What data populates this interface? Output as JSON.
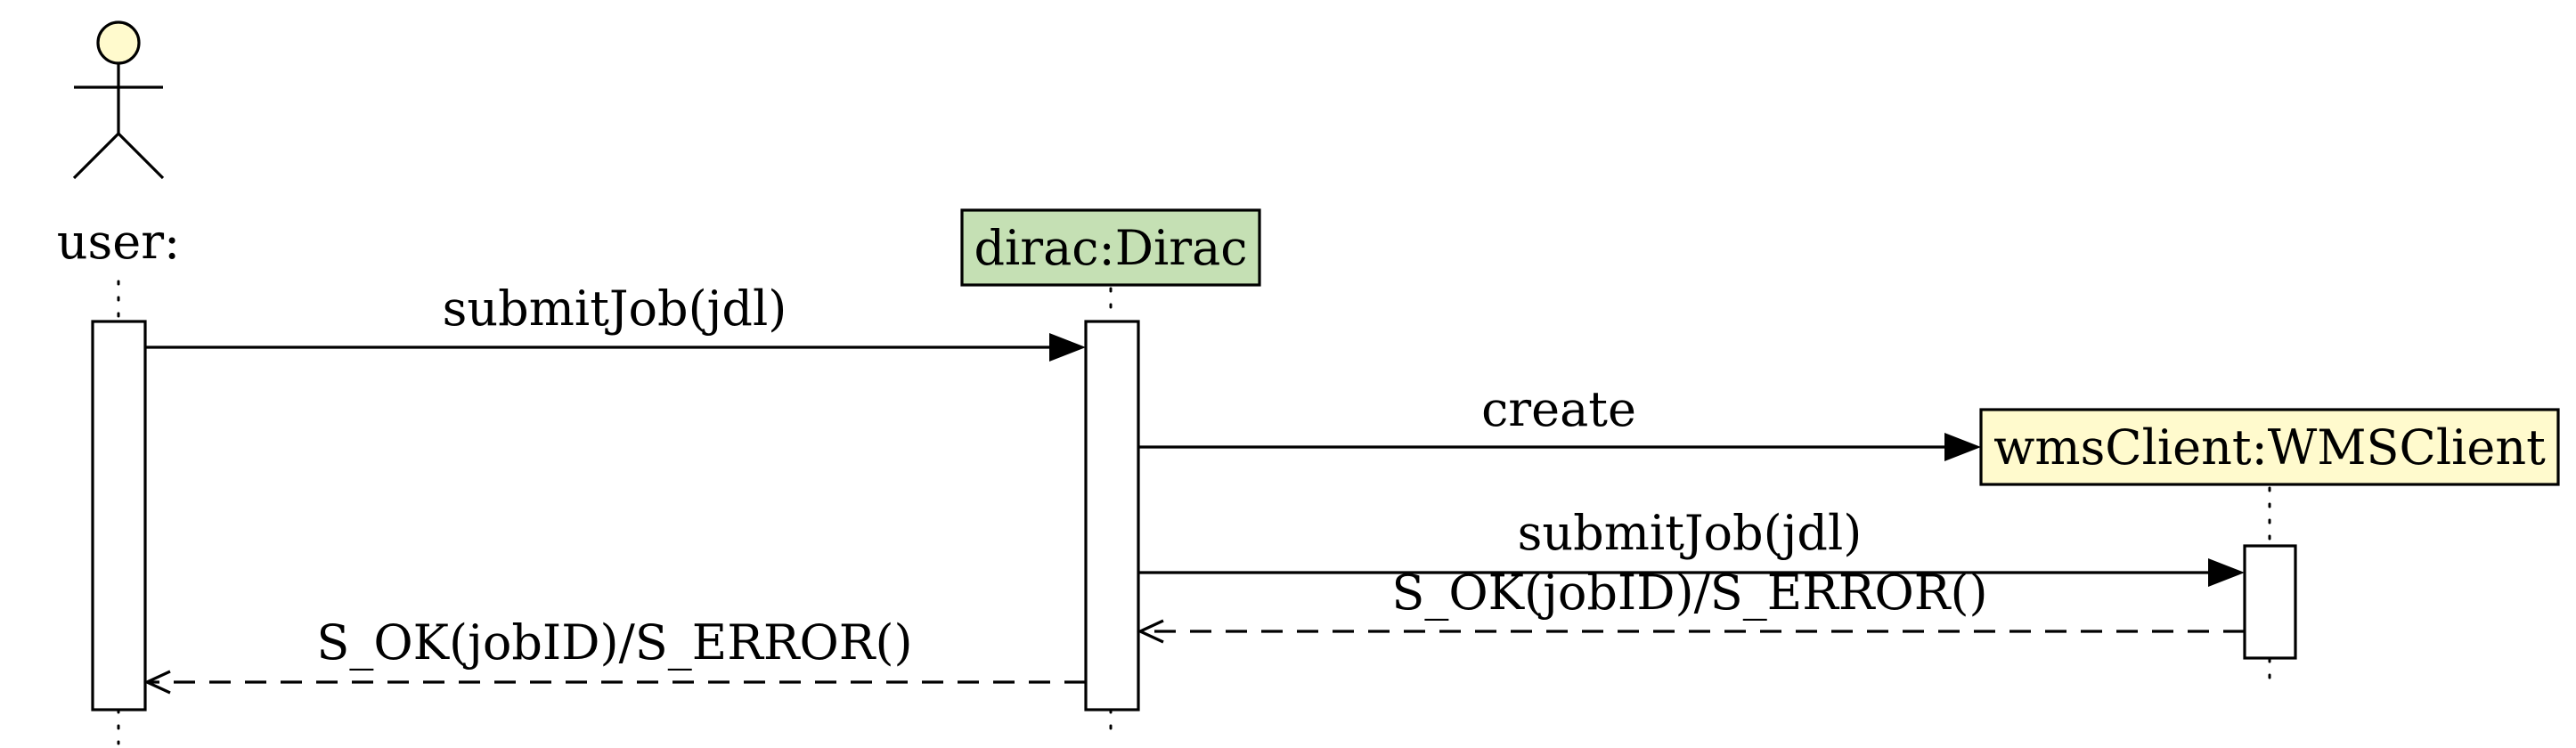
{
  "actor": {
    "label": "user:",
    "head_color": "#fffacd"
  },
  "participants": [
    {
      "id": "dirac",
      "label": "dirac:Dirac",
      "fill": "#c5e0b4"
    },
    {
      "id": "wms",
      "label": "wmsClient:WMSClient",
      "fill": "#fffacd"
    }
  ],
  "messages": [
    {
      "id": "m1",
      "label": "submitJob(jdl)",
      "from": "user",
      "to": "dirac",
      "style": "call"
    },
    {
      "id": "m2",
      "label": "create",
      "from": "dirac",
      "to": "wms",
      "style": "create"
    },
    {
      "id": "m3",
      "label": "submitJob(jdl)",
      "from": "dirac",
      "to": "wms",
      "style": "call"
    },
    {
      "id": "m4",
      "label": "S_OK(jobID)/S_ERROR()",
      "from": "wms",
      "to": "dirac",
      "style": "return"
    },
    {
      "id": "m5",
      "label": "S_OK(jobID)/S_ERROR()",
      "from": "dirac",
      "to": "user",
      "style": "return"
    }
  ]
}
